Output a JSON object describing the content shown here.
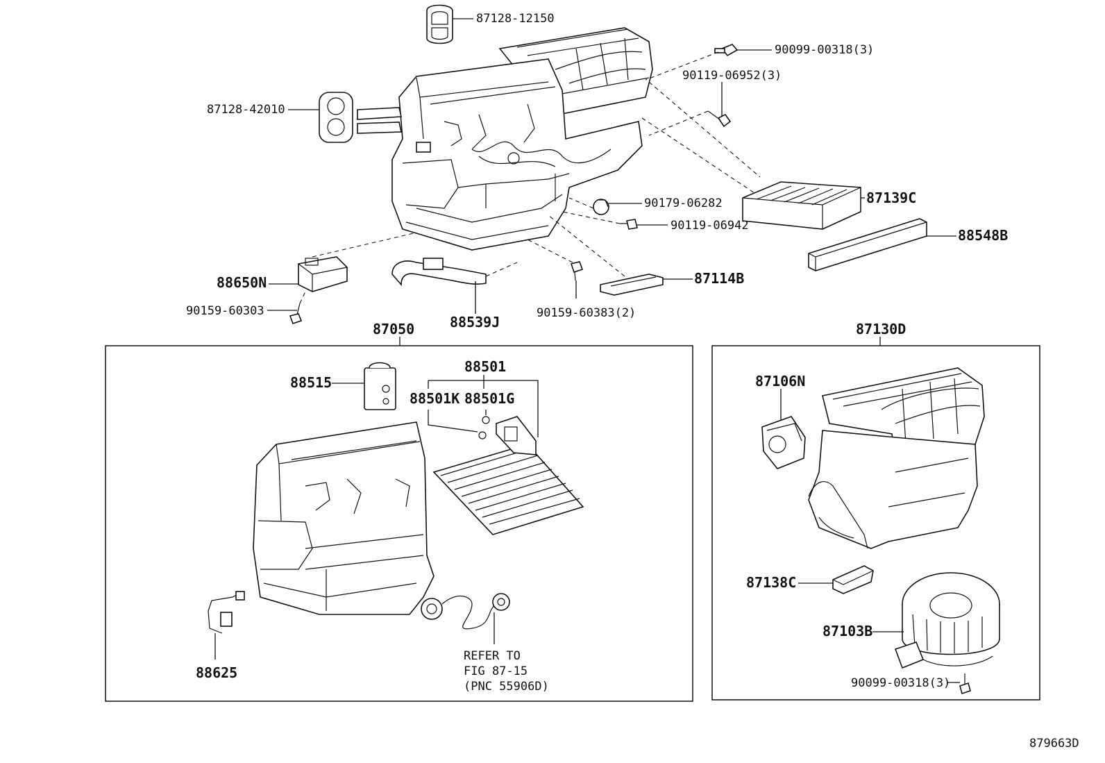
{
  "labels": {
    "p87128_12150": "87128-12150",
    "p90099_00318_top": "90099-00318(3)",
    "p90119_06952": "90119-06952(3)",
    "p87128_42010": "87128-42010",
    "p87139C": "87139C",
    "p90179_06282": "90179-06282",
    "p90119_06942": "90119-06942",
    "p88548B": "88548B",
    "p88650N": "88650N",
    "p87114B": "87114B",
    "p90159_60303": "90159-60303",
    "p88539J": "88539J",
    "p90159_60383": "90159-60383(2)",
    "p87050": "87050",
    "p87130D": "87130D",
    "p88515": "88515",
    "p88501": "88501",
    "p88501K": "88501K",
    "p88501G": "88501G",
    "p87106N": "87106N",
    "p87138C": "87138C",
    "p87103B": "87103B",
    "p90099_00318_bottom": "90099-00318(3)",
    "p88625": "88625",
    "refer_line1": "REFER TO",
    "refer_line2": "FIG 87-15",
    "refer_line3": "(PNC 55906D)",
    "figure_id": "879663D"
  }
}
